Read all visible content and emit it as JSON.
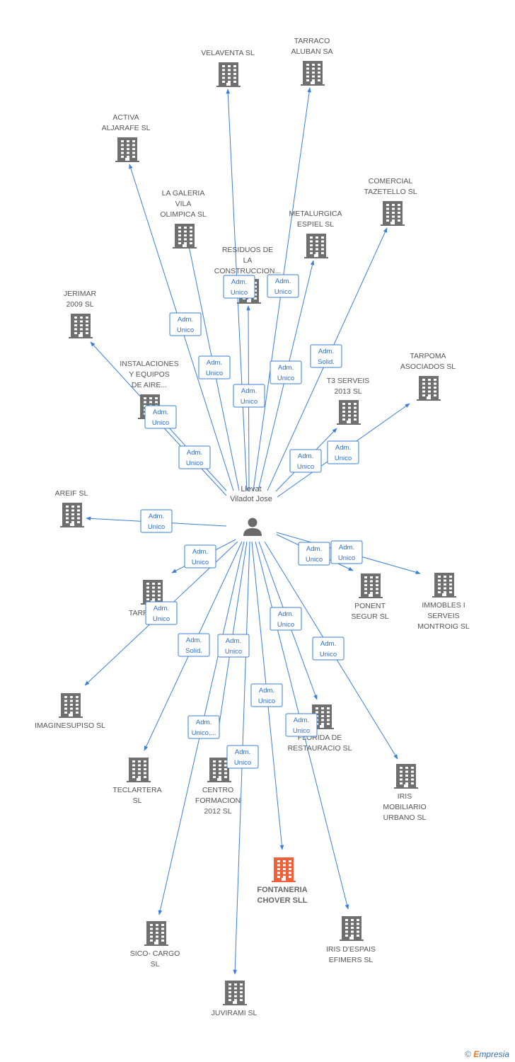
{
  "person": {
    "lines": [
      "Llevat",
      "Viladot Jose"
    ]
  },
  "companies": [
    {
      "id": "velaventa",
      "lines": [
        "VELAVENTA  SL"
      ]
    },
    {
      "id": "tarraco_aluban",
      "lines": [
        "TARRACO",
        "ALUBAN SA"
      ]
    },
    {
      "id": "activa",
      "lines": [
        "ACTIVA",
        "ALJARAFE SL"
      ]
    },
    {
      "id": "comercial",
      "lines": [
        "COMERCIAL",
        "TAZETELLO  SL"
      ]
    },
    {
      "id": "galeria",
      "lines": [
        "LA GALERIA",
        "VILA",
        "OLIMPICA  SL"
      ]
    },
    {
      "id": "metalurgica",
      "lines": [
        "METALURGICA",
        "ESPIEL SL"
      ]
    },
    {
      "id": "residuos",
      "lines": [
        "RESIDUOS DE",
        "LA",
        "CONSTRUCCION..."
      ]
    },
    {
      "id": "jerimar",
      "lines": [
        "JERIMAR",
        "2009 SL"
      ]
    },
    {
      "id": "tarpoma",
      "lines": [
        "TARPOMA",
        "ASOCIADOS  SL"
      ]
    },
    {
      "id": "instalaciones",
      "lines": [
        "INSTALACIONES",
        "Y EQUIPOS",
        "DE AIRE..."
      ]
    },
    {
      "id": "t3",
      "lines": [
        "T3 SERVEIS",
        "2013  SL"
      ]
    },
    {
      "id": "areif",
      "lines": [
        "AREIF SL"
      ]
    },
    {
      "id": "ponent",
      "lines": [
        "PONENT",
        "SEGUR SL"
      ]
    },
    {
      "id": "immobles",
      "lines": [
        "IMMOBLES I",
        "SERVEIS",
        "MONTROIG SL"
      ]
    },
    {
      "id": "tarraco_sl",
      "lines": [
        "TARRACO     SL"
      ]
    },
    {
      "id": "imaginesupiso",
      "lines": [
        "IMAGINESUPISO SL"
      ]
    },
    {
      "id": "florida",
      "lines": [
        "FLORIDA DE",
        "RESTAURACIO SL"
      ]
    },
    {
      "id": "teclartera",
      "lines": [
        "TECLARTERA",
        "SL"
      ]
    },
    {
      "id": "centro",
      "lines": [
        "CENTRO",
        "FORMACION",
        "2012 SL"
      ]
    },
    {
      "id": "iris_mob",
      "lines": [
        "IRIS",
        "MOBILIARIO",
        "URBANO SL"
      ]
    },
    {
      "id": "fontaneria",
      "lines": [
        "FONTANERIA",
        "CHOVER SLL"
      ],
      "main": true
    },
    {
      "id": "sico",
      "lines": [
        "SICO- CARGO",
        "SL"
      ]
    },
    {
      "id": "iris_esp",
      "lines": [
        "IRIS D'ESPAIS",
        "EFIMERS SL"
      ]
    },
    {
      "id": "juvirami",
      "lines": [
        "JUVIRAMI SL"
      ]
    }
  ],
  "relations": [
    {
      "target": "velaventa",
      "lines": [
        "Adm.",
        "Unico"
      ]
    },
    {
      "target": "tarraco_aluban",
      "lines": [
        "Adm.",
        "Unico"
      ]
    },
    {
      "target": "activa",
      "lines": [
        "Adm.",
        "Unico"
      ]
    },
    {
      "target": "comercial",
      "lines": [
        "Adm.",
        "Solid."
      ]
    },
    {
      "target": "galeria",
      "lines": [
        "Adm.",
        "Unico"
      ]
    },
    {
      "target": "metalurgica",
      "lines": [
        "Adm.",
        "Unico"
      ]
    },
    {
      "target": "residuos",
      "lines": [
        "Adm.",
        "Unico"
      ]
    },
    {
      "target": "jerimar",
      "lines": [
        "Adm.",
        "Unico"
      ]
    },
    {
      "target": "tarpoma",
      "lines": [
        "Adm.",
        "Unico"
      ]
    },
    {
      "target": "instalaciones",
      "lines": [
        "Adm.",
        "Unico"
      ]
    },
    {
      "target": "t3",
      "lines": [
        "Adm.",
        "Unico"
      ]
    },
    {
      "target": "areif",
      "lines": [
        "Adm.",
        "Unico"
      ]
    },
    {
      "target": "ponent",
      "lines": [
        "Adm.",
        "Unico"
      ]
    },
    {
      "target": "immobles",
      "lines": [
        "Adm.",
        "Unico"
      ]
    },
    {
      "target": "tarraco_sl",
      "lines": [
        "Adm.",
        "Unico"
      ]
    },
    {
      "target": "imaginesupiso",
      "lines": [
        "Adm.",
        "Unico"
      ]
    },
    {
      "target": "florida",
      "lines": [
        "Adm.",
        "Unico"
      ]
    },
    {
      "target": "teclartera",
      "lines": [
        "Adm.",
        "Solid."
      ]
    },
    {
      "target": "centro",
      "lines": [
        "Adm.",
        "Unico"
      ]
    },
    {
      "target": "iris_mob",
      "lines": [
        "Adm.",
        "Unico"
      ]
    },
    {
      "target": "fontaneria",
      "lines": [
        "Adm.",
        "Unico"
      ]
    },
    {
      "target": "sico",
      "lines": [
        "Adm.",
        "Unico,..."
      ]
    },
    {
      "target": "iris_esp",
      "lines": [
        "Adm.",
        "Unico"
      ]
    },
    {
      "target": "juvirami",
      "lines": [
        "Adm.",
        "Unico"
      ]
    }
  ],
  "colors": {
    "edge": "#3a7fd5",
    "building": "#6f6f6f",
    "building_main": "#f0613a",
    "person": "#6a6a6a"
  },
  "icons": {
    "company": "building-icon",
    "person": "person-icon"
  },
  "footer": {
    "copyright": "©",
    "brand": "mpresia",
    "brand_initial": "E"
  }
}
